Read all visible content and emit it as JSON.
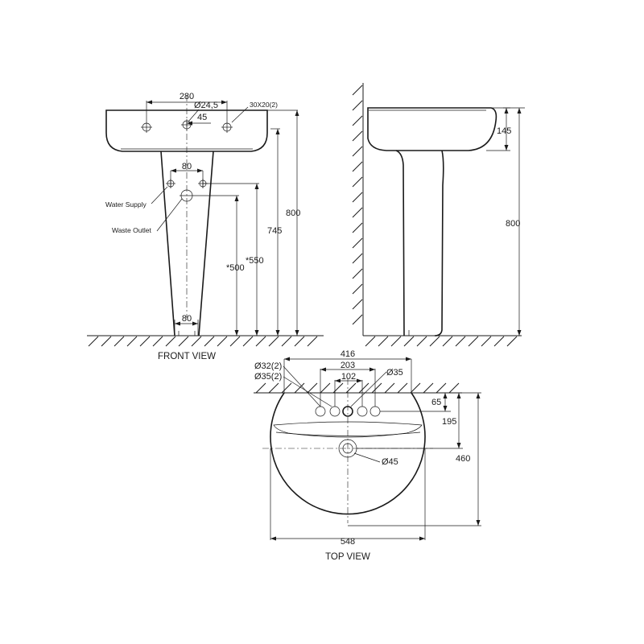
{
  "front_view": {
    "title": "FRONT VIEW",
    "dim_width": "280",
    "dim_hole_dia": "Ø24,5",
    "dim_slot": "30X20(2)",
    "dim_offset": "45",
    "dim_supply_spacing": "80",
    "dim_base_spacing": "80",
    "dim_height_total": "800",
    "dim_height_bowl": "745",
    "dim_supply_height": "*550",
    "dim_waste_height": "*500",
    "label_water_supply": "Water Supply",
    "label_waste_outlet": "Waste Outlet"
  },
  "side_view": {
    "dim_bowl_depth": "145",
    "dim_height": "800"
  },
  "top_view": {
    "title": "TOP VIEW",
    "dim_width": "548",
    "dim_depth": "460",
    "dim_outer_span": "416",
    "dim_mid_span": "203",
    "dim_inner_span": "102",
    "dim_wall_to_holes": "65",
    "dim_wall_to_drain": "195",
    "label_hole_32": "Ø32(2)",
    "label_hole_35_pair": "Ø35(2)",
    "label_hole_35": "Ø35",
    "label_drain": "Ø45"
  }
}
